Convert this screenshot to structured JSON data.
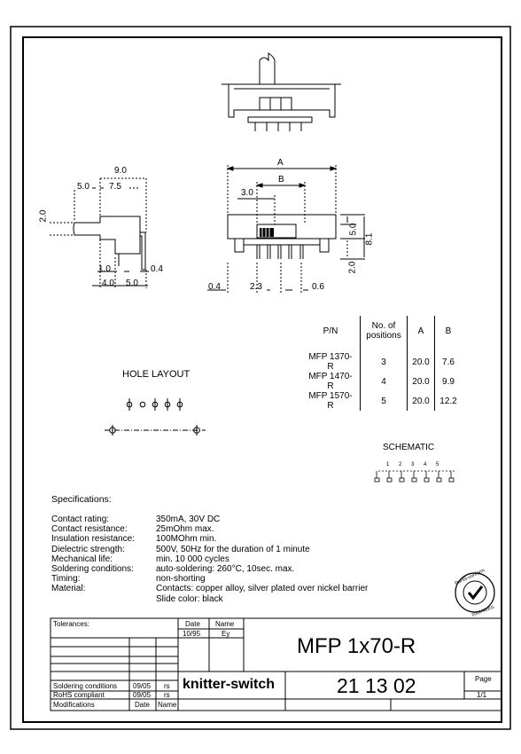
{
  "dimensions": {
    "side": {
      "overall": "9.0",
      "left": "5.0",
      "right": "7.5",
      "height": "2.0",
      "pin_offset": "1.0",
      "pin_width": "0.4",
      "base_left": "4.0",
      "base_right": "5.0"
    },
    "front": {
      "a": "A",
      "b": "B",
      "slide": "3.0",
      "h1": "5.0",
      "h2": "8.1",
      "pin_len": "2.0",
      "pin_w": "0.4",
      "pitch": "2.3",
      "pin_t": "0.6"
    }
  },
  "part_table": {
    "headers": [
      "P/N",
      "No. of\npositions",
      "A",
      "B"
    ],
    "rows": [
      [
        "MFP 1370-R",
        "3",
        "20.0",
        "7.6"
      ],
      [
        "MFP 1470-R",
        "4",
        "20.0",
        "9.9"
      ],
      [
        "MFP 1570-R",
        "5",
        "20.0",
        "12.2"
      ]
    ]
  },
  "hole_layout_label": "HOLE LAYOUT",
  "schematic": {
    "label": "SCHEMATIC",
    "pins": [
      "1",
      "2",
      "3",
      "4",
      "5"
    ]
  },
  "specifications": {
    "title": "Specifications:",
    "items": [
      {
        "label": "Contact rating:",
        "value": "350mA, 30V DC"
      },
      {
        "label": "Contact resistance:",
        "value": "25mOhm max."
      },
      {
        "label": "Insulation resistance:",
        "value": "100MOhm min."
      },
      {
        "label": "Dielectric strength:",
        "value": "500V, 50Hz for the duration of 1 minute"
      },
      {
        "label": "Mechanical life:",
        "value": "min. 10 000 cycles"
      },
      {
        "label": "Soldering conditions:",
        "value": "auto-soldering: 260°C, 10sec. max."
      },
      {
        "label": "Timing:",
        "value": "non-shorting"
      },
      {
        "label": "Material:",
        "value": "Contacts: copper alloy, silver plated over nickel barrier"
      },
      {
        "label": "",
        "value": "Slide color: black"
      }
    ]
  },
  "stamp": {
    "text": "RoHS-conform",
    "year": "2002/95/EG"
  },
  "title_block": {
    "tolerances_label": "Tolerances:",
    "date_header": "Date",
    "name_header": "Name",
    "date_value": "10/95",
    "name_value": "Ey",
    "part_number": "MFP 1x70-R",
    "brand": "knitter-switch",
    "doc_number": "21 13 02",
    "page_label": "Page",
    "page_value": "1/1",
    "history": [
      {
        "label": "Soldering conditions",
        "date": "09/05",
        "name": "rs"
      },
      {
        "label": "RoHS compliant",
        "date": "09/05",
        "name": "rs"
      }
    ],
    "footer": {
      "modifications": "Modifications",
      "date": "Date",
      "name": "Name"
    }
  }
}
